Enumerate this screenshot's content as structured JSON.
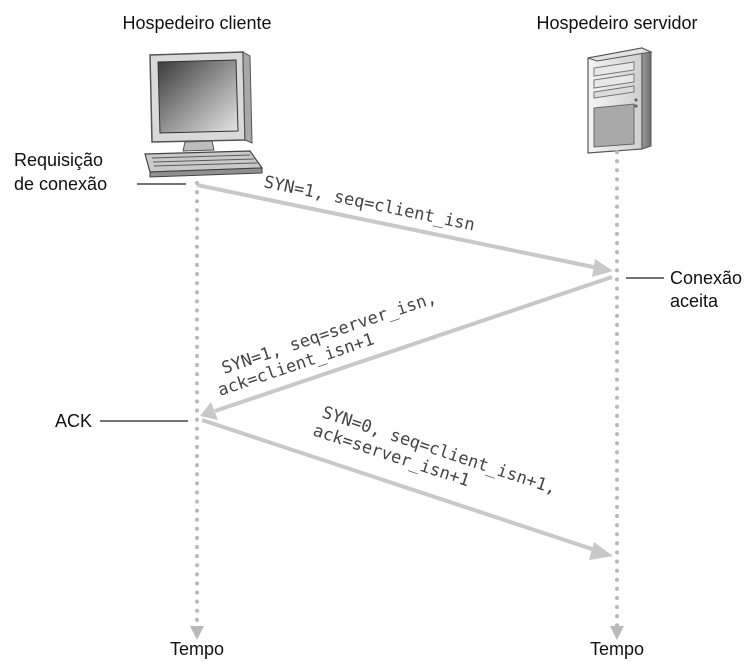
{
  "hosts": {
    "client_title": "Hospedeiro cliente",
    "server_title": "Hospedeiro servidor"
  },
  "labels": {
    "request_line1": "Requisição",
    "request_line2": "de conexão",
    "accepted_line1": "Conexão",
    "accepted_line2": "aceita",
    "ack": "ACK",
    "time_client": "Tempo",
    "time_server": "Tempo"
  },
  "messages": {
    "syn": "SYN=1, seq=client_isn",
    "synack_line1": "SYN=1, seq=server_isn,",
    "synack_line2": "ack=client_isn+1",
    "ack_line1": "SYN=0, seq=client_isn+1,",
    "ack_line2": "ack=server_isn+1"
  },
  "colors": {
    "arrow": "#c8c8c8",
    "timeline_dots": "#b9b9b9",
    "leader_line": "#222222",
    "text": "#111111",
    "message_text": "#444444"
  },
  "icons": {
    "client": "desktop-computer-icon",
    "server": "server-tower-icon"
  }
}
